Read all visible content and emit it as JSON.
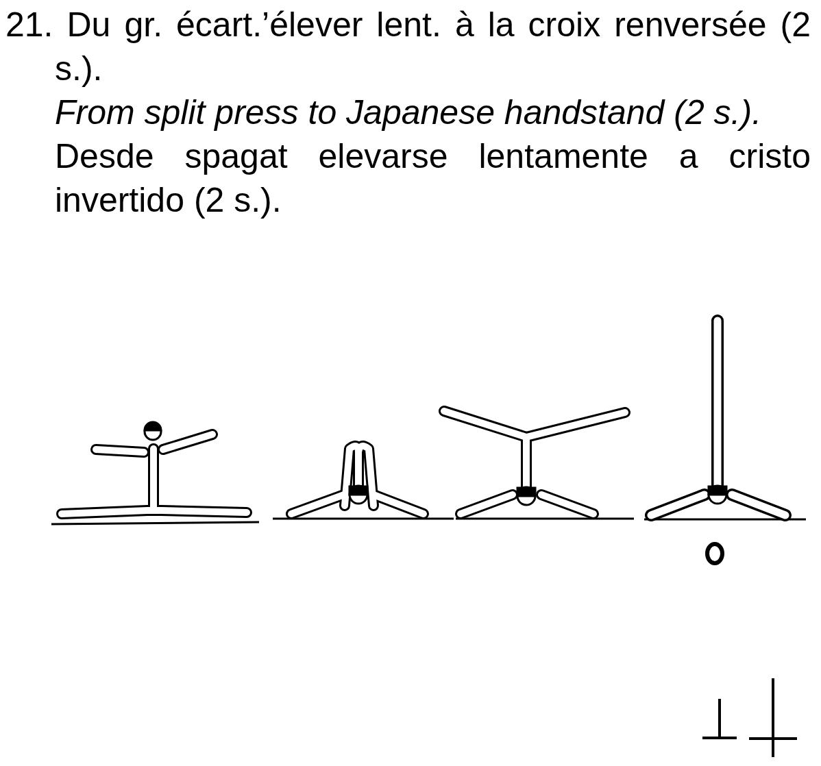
{
  "diagram": {
    "labels": [
      "21. Du gr. écart.’élever lent. à la croix renversée (2 s.).",
      "From split press to Japanese handstand (2 s.).",
      "Desde spagat elevarse lentamente a cristo invertido (2 s.)."
    ]
  }
}
